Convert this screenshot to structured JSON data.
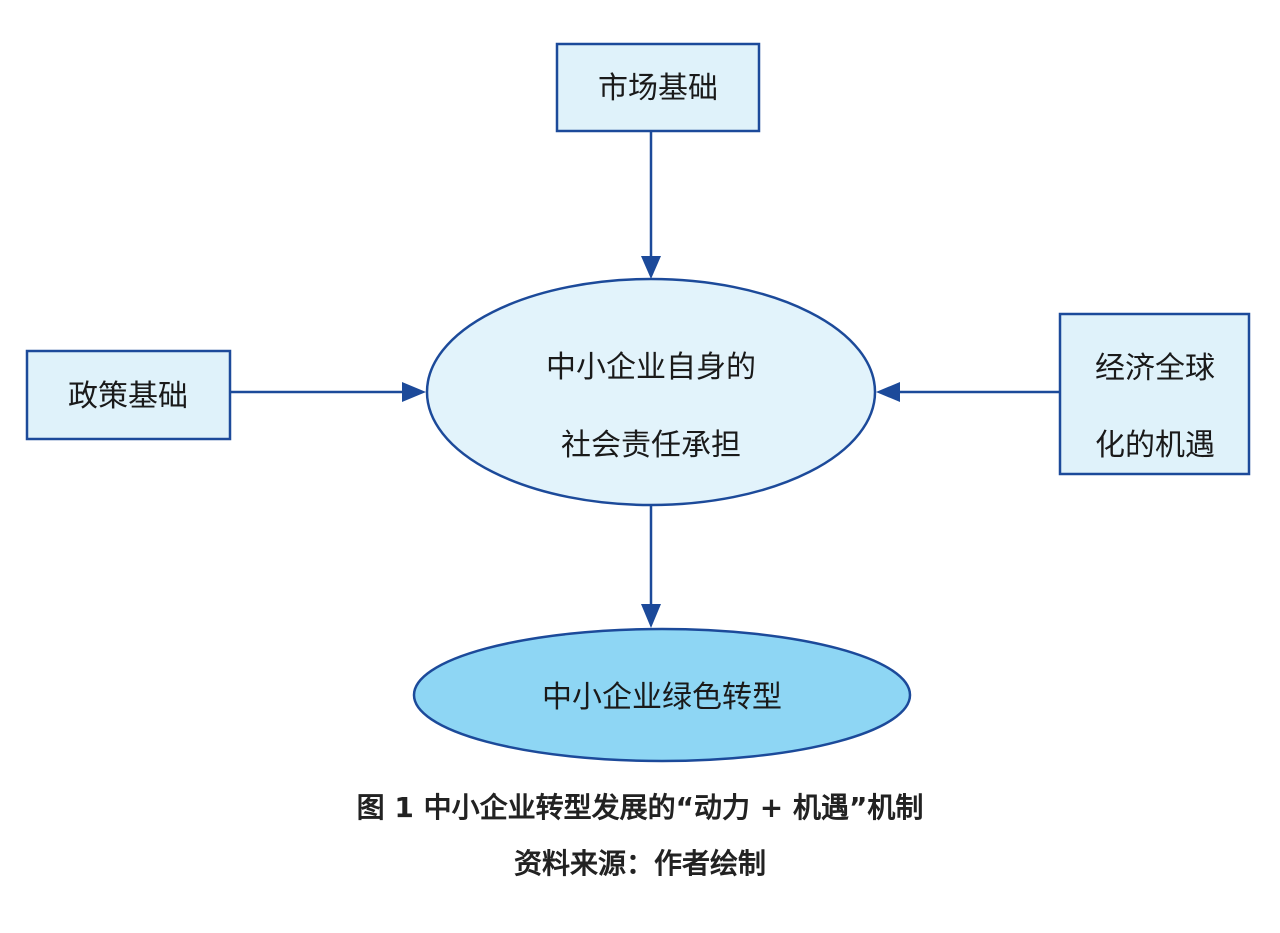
{
  "nodes": {
    "market": {
      "label": "市场基础"
    },
    "policy": {
      "label": "政策基础"
    },
    "global": {
      "line1": "经济全球",
      "line2": "化的机遇"
    },
    "center": {
      "line1": "中小企业自身的",
      "line2": "社会责任承担"
    },
    "outcome": {
      "label": "中小企业绿色转型"
    }
  },
  "caption": {
    "title": "图 1  中小企业转型发展的“动力 + 机遇”机制",
    "source": "资料来源：作者绘制"
  },
  "colors": {
    "stroke": "#1c4a9a",
    "box_fill": "#dff2fa",
    "center_fill": "#e2f3fb",
    "outcome_fill": "#8ed6f4"
  }
}
